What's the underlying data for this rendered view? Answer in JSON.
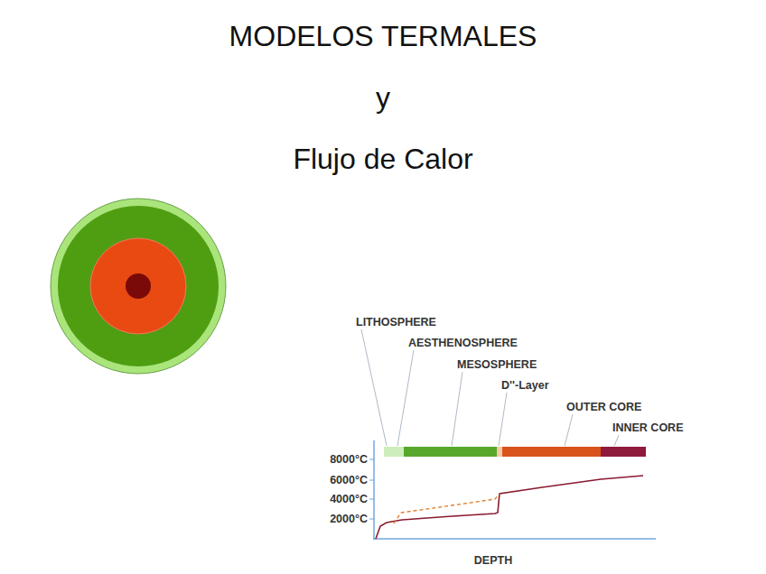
{
  "diagram": {
    "title": "MODELOS TERMALES",
    "labels": [
      "y",
      "Flujo de Calor",
      "LITHOSPHERE",
      "AESTHENOSPHERE",
      "MESOSPHERE",
      "D''-Layer",
      "OUTER CORE",
      "INNER CORE",
      "8000°C",
      "6000°C",
      "4000°C",
      "2000°C",
      "DEPTH"
    ]
  }
}
